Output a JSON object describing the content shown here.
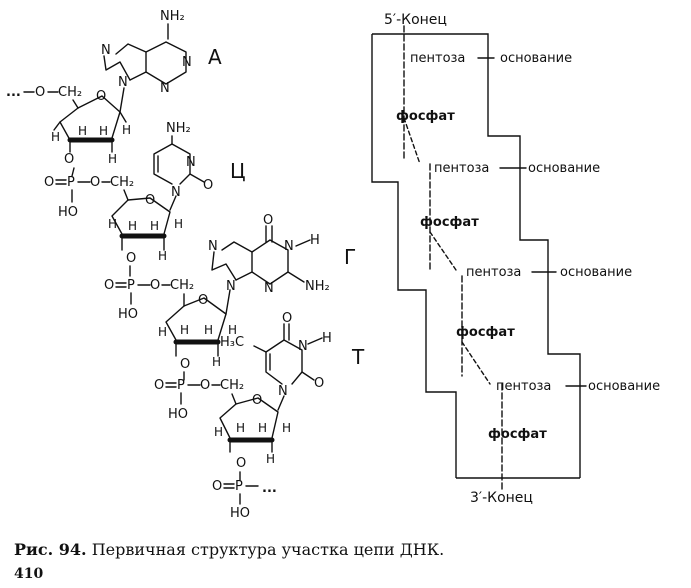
{
  "figure": {
    "base_letters": [
      "А",
      "Ц",
      "Г",
      "Т"
    ],
    "chem_atoms": {
      "O": "O",
      "H": "H",
      "P": "P",
      "N": "N",
      "OH": "HO",
      "NH2": "NH₂",
      "CH2": "CH₂",
      "H3C": "H₃C",
      "ellipsis": "..."
    },
    "chain_end_top": "5′-Конец",
    "chain_end_bottom": "3′-Конец",
    "pentose_labels": [
      "пентоза",
      "пентоза",
      "пентоза",
      "пентоза"
    ],
    "base_labels": [
      "основание",
      "основание",
      "основание",
      "основание"
    ],
    "phosphate_labels": [
      "фосфат",
      "фосфат",
      "фосфат",
      "фосфат"
    ]
  },
  "caption": {
    "label": "Рис. 94.",
    "text": "Первичная структура участка цепи ДНК."
  },
  "page_number": "410"
}
